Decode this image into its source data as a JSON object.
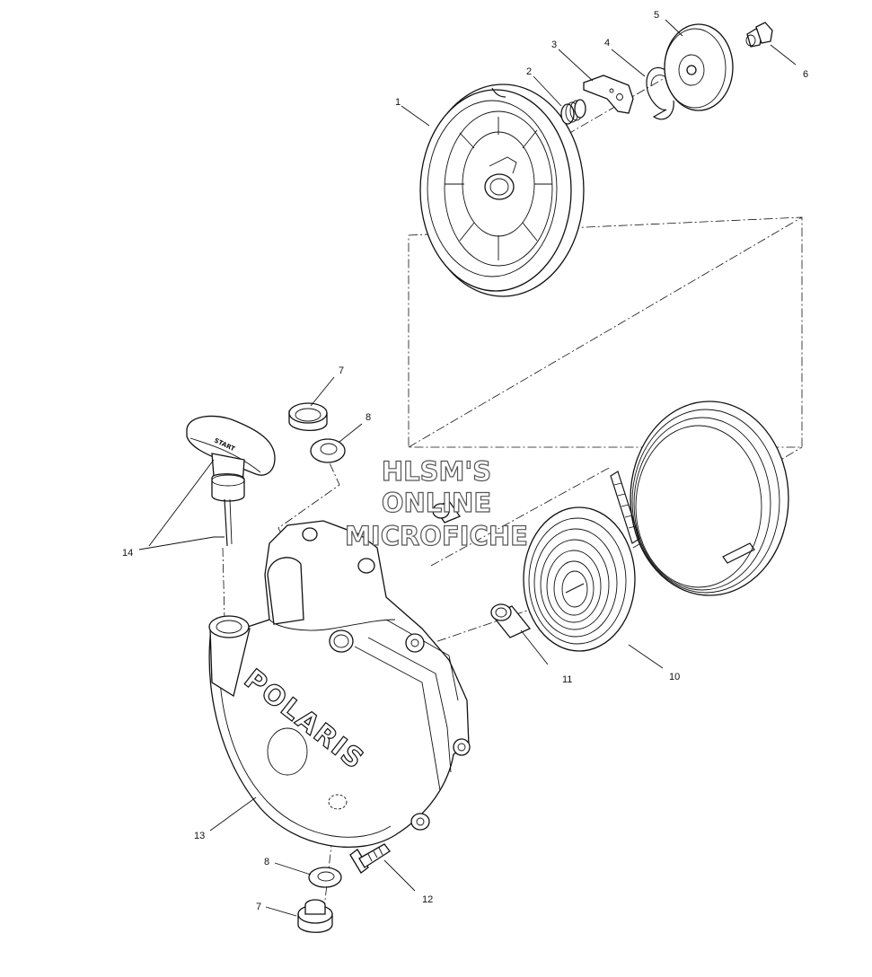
{
  "diagram": {
    "callouts": [
      "1",
      "2",
      "3",
      "4",
      "5",
      "6",
      "7",
      "8",
      "14",
      "13",
      "8",
      "7",
      "12",
      "11",
      "10"
    ],
    "brand_logo": "POLARIS",
    "handle_text": "START",
    "watermark": [
      "HLSM'S",
      "ONLINE",
      "MICROFICHE"
    ]
  }
}
